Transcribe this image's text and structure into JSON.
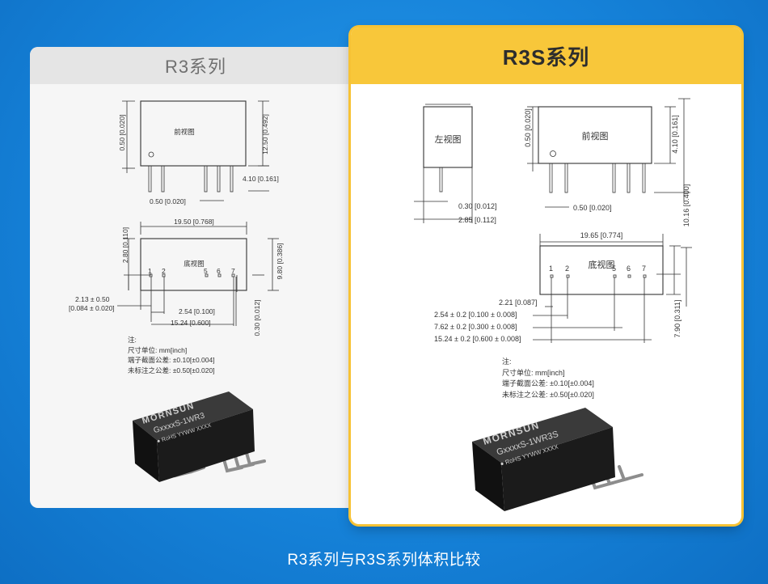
{
  "left": {
    "title": "R3系列",
    "front_label": "前视图",
    "bottom_label": "底视图",
    "dims": {
      "pin_len": "0.50 [0.020]",
      "height": "12.50 [0.492]",
      "pin_space": "0.50 [0.020]",
      "standoff": "4.10 [0.161]",
      "width": "19.50 [0.768]",
      "top_edge": "2.80 [0.110]",
      "depth": "9.80 [0.386]",
      "pin_offset_a": "2.13 ± 0.50",
      "pin_offset_b": "[0.084 ± 0.020]",
      "pitch": "2.54 [0.100]",
      "span": "15.24 [0.600]",
      "pin_dia": "0.30 [0.012]"
    },
    "pins": [
      "1",
      "2",
      "5",
      "6",
      "7"
    ],
    "notes": [
      "注:",
      "尺寸单位: mm[inch]",
      "端子截面公差: ±0.10[±0.004]",
      "未标注之公差: ±0.50[±0.020]"
    ],
    "chip": {
      "brand": "MORNSUN",
      "model": "GxxxxS-1WR3",
      "line3": "● RoHS  YYWW  XXXX"
    }
  },
  "right": {
    "title": "R3S系列",
    "side_label": "左视图",
    "front_label": "前视图",
    "bottom_label": "底视图",
    "dims": {
      "pin_len": "0.50 [0.020]",
      "standoff": "4.10 [0.161]",
      "pin_dia": "0.30 [0.012]",
      "side_w": "2.85 [0.112]",
      "pin_space": "0.50 [0.020]",
      "total_h": "10.16 [0.400]",
      "width": "19.65 [0.774]",
      "off1": "2.21 [0.087]",
      "pitch": "2.54 ± 0.2 [0.100 ± 0.008]",
      "span2": "7.62 ± 0.2 [0.300 ± 0.008]",
      "span3": "15.24 ± 0.2 [0.600 ± 0.008]",
      "depth": "7.90 [0.311]"
    },
    "pins": [
      "1",
      "2",
      "5",
      "6",
      "7"
    ],
    "notes": [
      "注:",
      "尺寸单位: mm[inch]",
      "端子截面公差: ±0.10[±0.004]",
      "未标注之公差: ±0.50[±0.020]"
    ],
    "chip": {
      "brand": "MORNSUN",
      "model": "GxxxxS-1WR3S",
      "line3": "● RoHS  YYWW  XXXX"
    }
  },
  "caption": "R3系列与R3S系列体积比较",
  "colors": {
    "background": "#1683da",
    "highlight": "#f8c73a"
  }
}
